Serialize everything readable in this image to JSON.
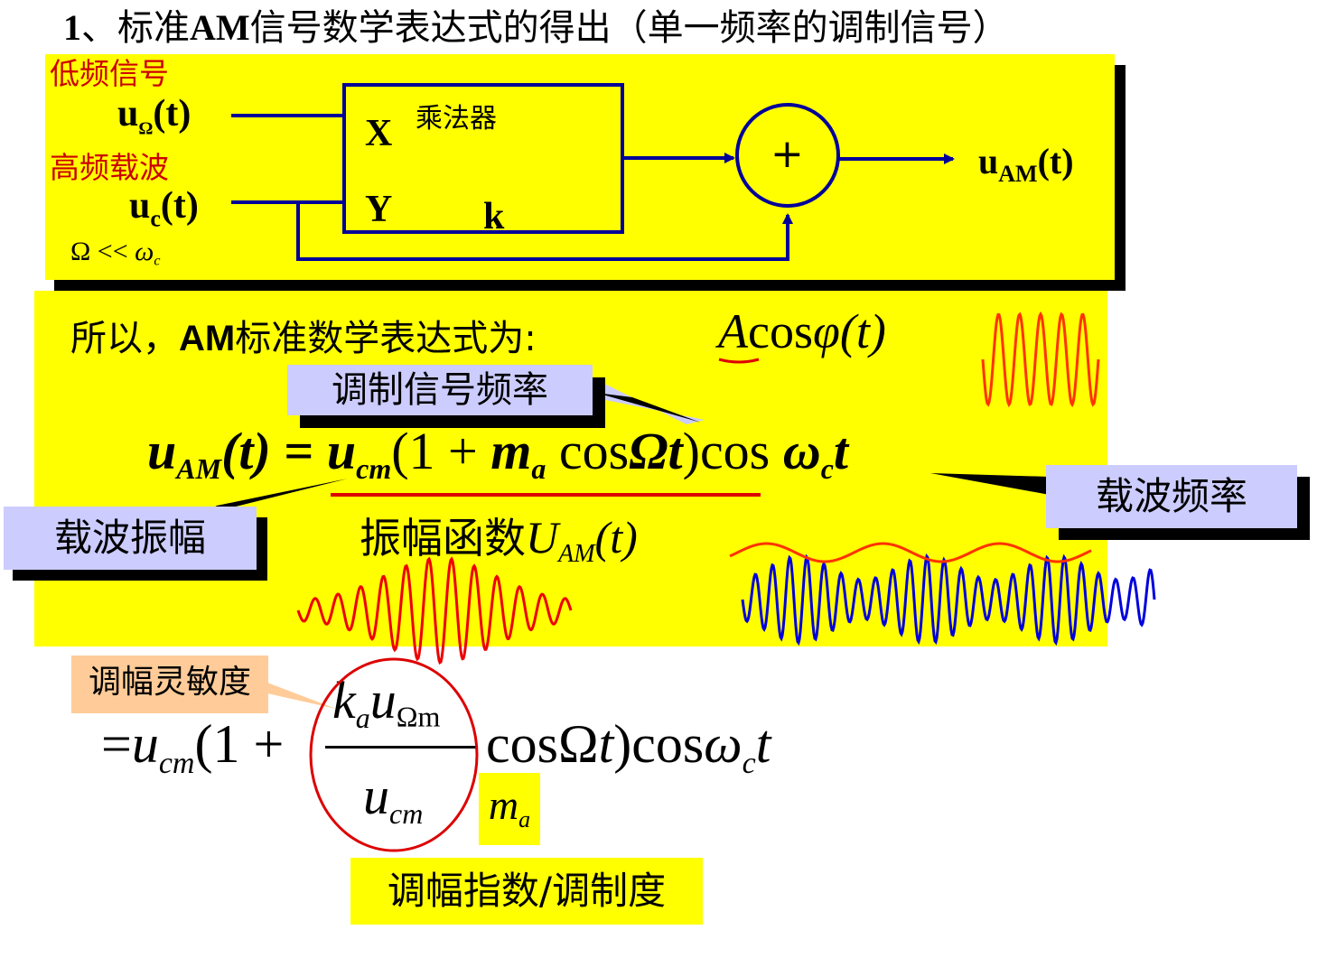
{
  "title": {
    "num": "1",
    "pre": "、标准",
    "am": "AM",
    "post": "信号数学表达式的得出（单一频率的调制信号）"
  },
  "block": {
    "low_label": "低频信号",
    "u_omega": "u",
    "u_omega_sub": "Ω",
    "t_paren": "(t)",
    "high_label": "高频载波",
    "u_c": "u",
    "u_c_sub": "c",
    "cond_omega": "Ω",
    "cond_op": "<<",
    "cond_w": "ω",
    "cond_w_sub": "c",
    "x_label": "X",
    "y_label": "Y",
    "k_label": "k",
    "multiplier": "乘法器",
    "plus": "+",
    "u_am": "u",
    "u_am_sub": "AM",
    "u_am_t": "(t)"
  },
  "main": {
    "intro_pre": "所以，",
    "intro_am": "AM",
    "intro_post": "标准数学表达式为:",
    "acos_a": "A",
    "acos_rest": "cos",
    "acos_phi": "φ",
    "acos_t": "(t)",
    "eq_u": "u",
    "eq_u_sub": "AM",
    "eq_t": "(t)",
    "eq_eq": "=",
    "eq_ucm": "u",
    "eq_ucm_sub": "cm",
    "eq_paren": "(1 +",
    "eq_m": "m",
    "eq_m_sub": "a",
    "eq_cos": "cos",
    "eq_Omega_t": "Ωt",
    "eq_close": ")",
    "eq_cos2": "cos",
    "eq_w": "ω",
    "eq_w_sub": "c",
    "eq_t2": "t",
    "amp_func": "振幅函数",
    "amp_U": "U",
    "amp_U_sub": "AM",
    "amp_t": "(t)"
  },
  "callouts": {
    "mod_freq": "调制信号频率",
    "carrier_freq": "载波频率",
    "carrier_amp": "载波振幅",
    "sensitivity": "调幅灵敏度",
    "index": "调幅指数/调制度"
  },
  "lower": {
    "eq": "=",
    "ucm": "u",
    "ucm_sub": "cm",
    "open": "(1 +",
    "ka": "k",
    "ka_sub": "a",
    "u_om": "u",
    "u_om_sub": "Ωm",
    "den_u": "u",
    "den_sub": "cm",
    "cos1": "cos",
    "Omega": "Ω",
    "t1": "t",
    "close": ")",
    "cos2": "cos",
    "w": "ω",
    "w_sub": "c",
    "t2": "t",
    "ma": "m",
    "ma_sub": "a"
  },
  "colors": {
    "yellow": "#ffff00",
    "navy": "#000099",
    "red": "#cc0000",
    "callout": "#ccccff",
    "orange_callout": "#ffcc99",
    "blue_wave": "#0000dd",
    "orange_wave": "#ff3300"
  }
}
